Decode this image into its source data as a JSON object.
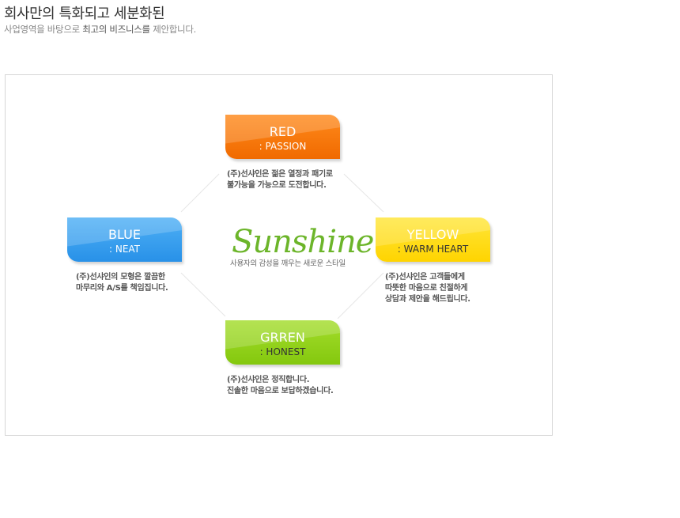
{
  "header": {
    "title": "회사만의 특화되고 세분화된",
    "subtitle_prefix": "사업영역을 바탕으로 ",
    "subtitle_emphasis": "최고의 비즈니스를",
    "subtitle_suffix": " 제안합니다."
  },
  "center": {
    "logo": "Sunshine",
    "tagline": "사용자의 감성을 깨우는 새로운 스타일"
  },
  "cards": {
    "red": {
      "title": "RED",
      "subtitle": ": PASSION",
      "desc": [
        "(주)선샤인은 젊은 열정과 패기로",
        "불가능을 가능으로 도전합니다."
      ]
    },
    "blue": {
      "title": "BLUE",
      "subtitle": ": NEAT",
      "desc": [
        "(주)선샤인의 모형은 깔끔한",
        "마무리와 A/S를 책임집니다."
      ]
    },
    "yellow": {
      "title": "YELLOW",
      "subtitle": ": WARM HEART",
      "desc": [
        "(주)선샤인은 고객들에게",
        "따뜻한 마음으로 친절하게",
        "상담과 제안을 해드립니다."
      ]
    },
    "green": {
      "title": "GRREN",
      "subtitle": ": HONEST",
      "desc": [
        "(주)선샤인은 정직합니다.",
        "진솔한 마음으로 보답하겠습니다."
      ]
    }
  },
  "colors": {
    "red": "#f57c00",
    "blue": "#39a1ee",
    "yellow": "#ffdb00",
    "green": "#8dd21a",
    "logo": "#6cb52a"
  }
}
